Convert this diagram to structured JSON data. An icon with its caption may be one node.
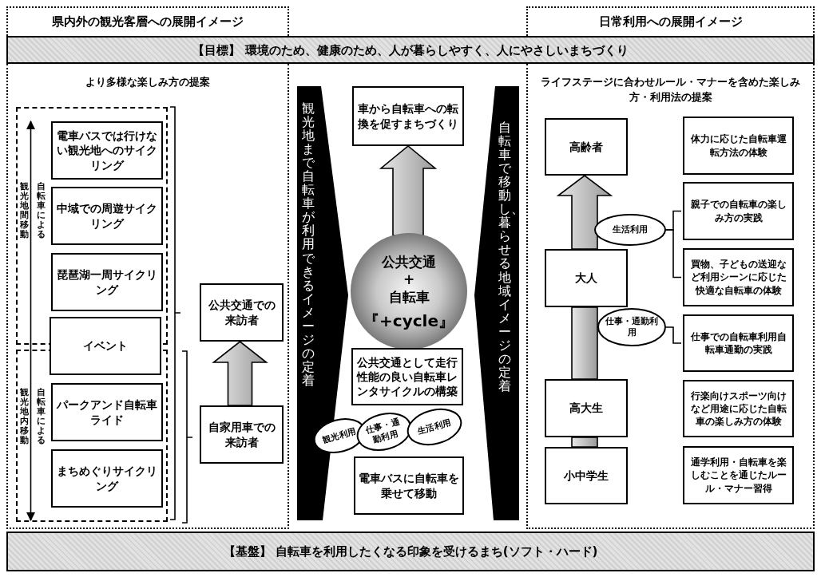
{
  "diagram": {
    "nodes": [
      {
        "text": [
          "県内外の観光客層への展開イメージ"
        ]
      },
      {
        "text": [
          "日常利用への展開イメージ"
        ]
      },
      {
        "text": [
          "【目標】 環境のため、健康のため、人が暮らしやすく、人にやさしいまちづくり"
        ]
      },
      {
        "text": [
          "より多様な楽しみ方の提案"
        ]
      },
      {
        "text": [
          "観光地間移動",
          "自転車による"
        ],
        "in": 3
      },
      {
        "text": [
          "観光地内移動",
          "自転車による"
        ],
        "in": 3
      },
      {
        "text": [
          "電車バスでは行けない観光地へのサイクリング"
        ],
        "in": 4
      },
      {
        "text": [
          "中域での周遊サイクリング"
        ],
        "in": 4
      },
      {
        "text": [
          "琵琶湖一周サイクリング"
        ],
        "in": 4
      },
      {
        "text": [
          "イベント"
        ],
        "in": 3
      },
      {
        "text": [
          "パークアンド自転車ライド"
        ],
        "in": 5
      },
      {
        "text": [
          "まちめぐりサイクリング"
        ],
        "in": 5
      },
      {
        "text": [
          "公共交通での来訪者"
        ],
        "in": 3
      },
      {
        "text": [
          "自家用車での来訪者"
        ],
        "in": 3
      },
      {
        "text": [
          "観光地まで自転車が利用できるイメージの定着"
        ]
      },
      {
        "text": [
          "車から自転車への転換を促すまちづくり"
        ]
      },
      {
        "text": [
          "公共交通 + 自転車",
          "『+cycle』"
        ]
      },
      {
        "text": [
          "公共交通として走行性能の良い自転車レンタサイクルの構築"
        ]
      },
      {
        "text": [
          "観光利用"
        ]
      },
      {
        "text": [
          "仕事・通勤利用"
        ]
      },
      {
        "text": [
          "生活利用"
        ]
      },
      {
        "text": [
          "電車バスに自転車を乗せて移動"
        ]
      },
      {
        "text": [
          "自転車で移動し、暮らせる地域イメージの定着"
        ]
      },
      {
        "text": [
          "ライフステージに合わせルール・マナーを含めた楽しみ方・利用法の提案"
        ]
      },
      {
        "text": [
          "高齢者"
        ],
        "in": 23
      },
      {
        "text": [
          "大人"
        ],
        "in": 23
      },
      {
        "text": [
          "高大生"
        ],
        "in": 23
      },
      {
        "text": [
          "小中学生"
        ],
        "in": 23
      },
      {
        "text": [
          "生活利用"
        ],
        "in": 23
      },
      {
        "text": [
          "仕事・通勤利用"
        ],
        "in": 23
      },
      {
        "text": [
          "体力に応じた自転車運転方法の体験"
        ],
        "in": 23
      },
      {
        "text": [
          "親子での自転車の楽しみ方の実践"
        ],
        "in": 23
      },
      {
        "text": [
          "買物、子どもの送迎など利用シーンに応じた快適な自転車の体験"
        ],
        "in": 23
      },
      {
        "text": [
          "仕事での自転車利用自転車通勤の実践"
        ],
        "in": 23
      },
      {
        "text": [
          "行楽向けスポーツ向けなど用途に応じた自転車の楽しみ方の体験"
        ],
        "in": 23
      },
      {
        "text": [
          "通学利用・自転車を楽しむことを通じたルール・マナー習得"
        ],
        "in": 23
      },
      {
        "text": [
          "【基盤】 自転車を利用したくなる印象を受けるまち(ソフト・ハード)"
        ]
      }
    ],
    "edges": [
      {
        "from": 13,
        "to": 12,
        "arrow": "to",
        "style": "thick"
      },
      {
        "from": 16,
        "to": 15,
        "arrow": "to",
        "style": "thick"
      },
      {
        "from": 27,
        "to": 26,
        "arrow": "none",
        "style": "thick"
      },
      {
        "from": 26,
        "to": 25,
        "arrow": "none",
        "style": "thick"
      },
      {
        "from": 25,
        "to": 24,
        "arrow": "to",
        "style": "thick"
      },
      {
        "from": 28,
        "to": 31,
        "arrow": "none"
      },
      {
        "from": 28,
        "to": 32,
        "arrow": "none"
      },
      {
        "from": 29,
        "to": 33,
        "arrow": "none"
      },
      {
        "from": 4,
        "to": 5,
        "arrow": "both"
      }
    ]
  }
}
